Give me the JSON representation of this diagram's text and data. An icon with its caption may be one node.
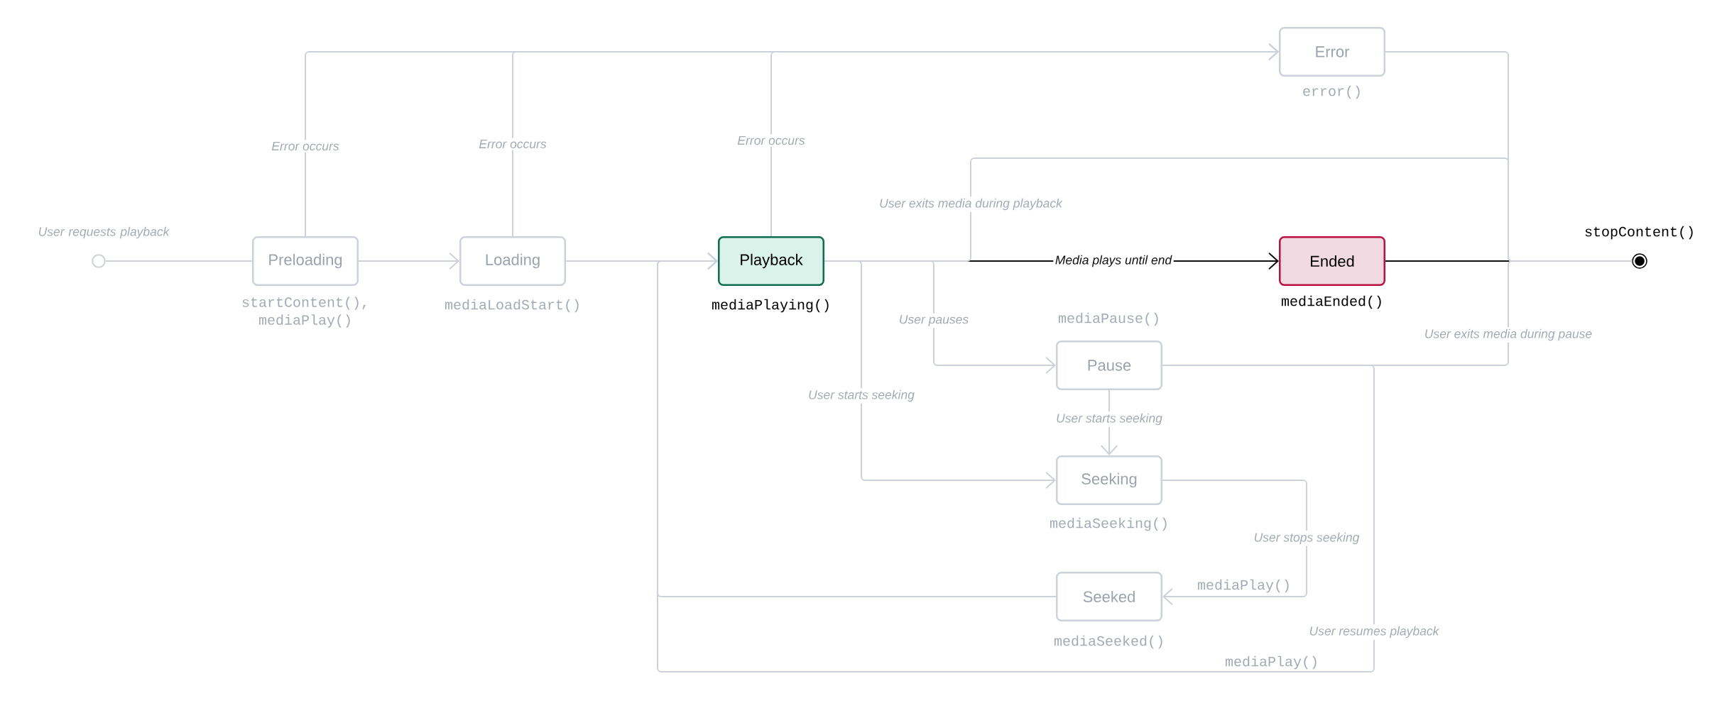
{
  "diagram": {
    "nodes": [
      {
        "text": [],
        "shape": "circle",
        "beside": [
          "User requests playback"
        ]
      },
      {
        "text": [
          "Preloading"
        ],
        "beside": [
          "startContent(), mediaPlay()"
        ]
      },
      {
        "text": [
          "Loading"
        ],
        "beside": [
          "mediaLoadStart()"
        ]
      },
      {
        "text": [
          "Playback"
        ],
        "beside": [
          "mediaPlaying()"
        ]
      },
      {
        "text": [
          "Error"
        ],
        "beside": [
          "error()"
        ]
      },
      {
        "text": [
          "Ended"
        ],
        "beside": [
          "mediaEnded()"
        ]
      },
      {
        "text": [],
        "shape": "circle",
        "beside": [
          "stopContent()"
        ]
      },
      {
        "text": [
          "Pause"
        ],
        "beside": [
          "mediaPause()"
        ]
      },
      {
        "text": [
          "Seeking"
        ],
        "beside": [
          "mediaSeeking()"
        ]
      },
      {
        "text": [
          "Seeked"
        ],
        "beside": [
          "mediaSeeked()"
        ]
      }
    ],
    "edges": [
      {
        "from": 0,
        "to": 1,
        "arrow": "none"
      },
      {
        "from": 1,
        "to": 2,
        "arrow": "to"
      },
      {
        "from": 2,
        "to": 3,
        "arrow": "to"
      },
      {
        "from": 1,
        "to": 4,
        "arrow": "to",
        "label": "Error occurs"
      },
      {
        "from": 2,
        "to": 4,
        "arrow": "to",
        "label": "Error occurs"
      },
      {
        "from": 3,
        "to": 4,
        "arrow": "to",
        "label": "Error occurs"
      },
      {
        "from": 3,
        "to": 5,
        "arrow": "to",
        "label": "Media plays until end",
        "color": "#111111"
      },
      {
        "from": 5,
        "to": 6,
        "arrow": "none",
        "color": "#111111"
      },
      {
        "from": 3,
        "to": 6,
        "arrow": "none",
        "label": "User exits media during playback"
      },
      {
        "from": 4,
        "to": 6,
        "arrow": "none"
      },
      {
        "from": 7,
        "to": 6,
        "arrow": "none",
        "label": "User exits media during pause"
      },
      {
        "from": 3,
        "to": 7,
        "arrow": "to",
        "label": "User pauses"
      },
      {
        "from": 3,
        "to": 8,
        "arrow": "to",
        "label": "User starts seeking"
      },
      {
        "from": 7,
        "to": 8,
        "arrow": "to",
        "label": "User starts seeking"
      },
      {
        "from": 8,
        "to": 9,
        "arrow": "to",
        "label": "User stops seeking"
      },
      {
        "from": 9,
        "to": 3,
        "arrow": "to"
      },
      {
        "from": 7,
        "to": 3,
        "arrow": "to",
        "label": "User resumes playback"
      }
    ],
    "labels": [
      "mediaPlay()",
      "mediaPlay()"
    ]
  }
}
